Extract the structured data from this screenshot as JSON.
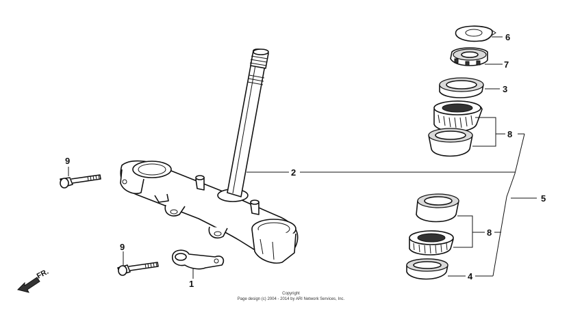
{
  "callouts": {
    "c1": "1",
    "c2": "2",
    "c3": "3",
    "c4": "4",
    "c5": "5",
    "c6": "6",
    "c7": "7",
    "c8a": "8",
    "c8b": "8",
    "c9a": "9",
    "c9b": "9"
  },
  "direction_label": "FR.",
  "copyright": {
    "line1": "Copyright",
    "line2": "Page design (c) 2004 - 2014 by ARI Network Services, Inc."
  }
}
